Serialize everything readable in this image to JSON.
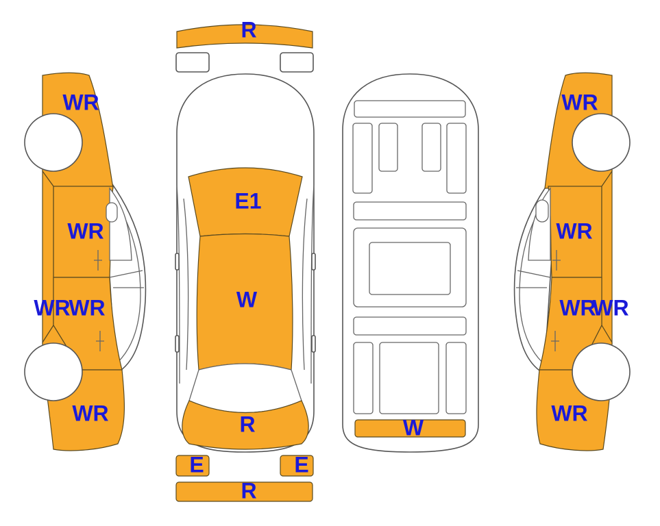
{
  "colors": {
    "damage_fill": "#F7A829",
    "outline": "#555555",
    "label": "#1A1AD8",
    "background": "#FFFFFF"
  },
  "top_view": {
    "front_bumper_label": "R",
    "windshield_label": "E1",
    "roof_label": "W",
    "rear_label": "R",
    "left_rear_lamp_label": "E",
    "right_rear_lamp_label": "E",
    "rear_bumper_label": "R"
  },
  "underbody_view": {
    "rear_panel_label": "W"
  },
  "left_side_view": {
    "front_fender_label": "WR",
    "front_door_label": "WR",
    "rocker_label": "WR",
    "rear_door_label": "WR",
    "rear_quarter_label": "WR"
  },
  "right_side_view": {
    "front_fender_label": "WR",
    "front_door_label": "WR",
    "rear_door_label": "WR",
    "rocker_label": "WR",
    "rear_quarter_label": "WR"
  }
}
